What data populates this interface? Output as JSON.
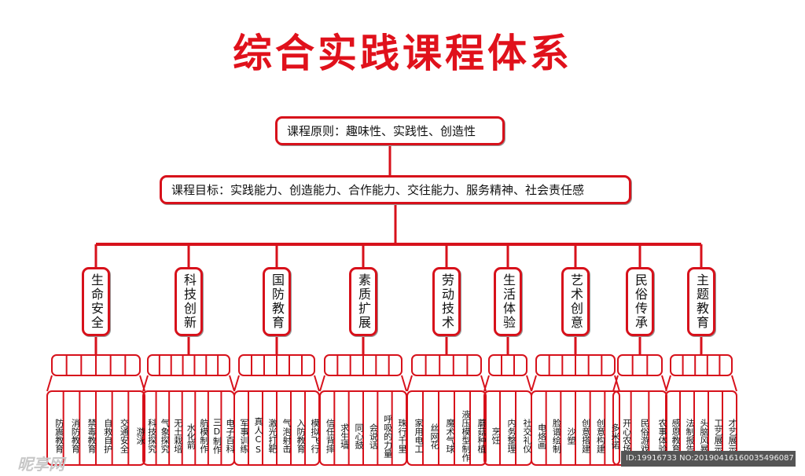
{
  "title": "综合实践课程体系",
  "principle": "课程原则：趣味性、实践性、创造性",
  "goal": "课程目标：实践能力、创造能力、合作能力、交往能力、服务精神、社会责任感",
  "categories": [
    {
      "name": "生命安全",
      "courses": [
        "防震教育",
        "消防教育",
        "禁毒教育",
        "自救自护",
        "交通安全",
        "游泳"
      ]
    },
    {
      "name": "科技创新",
      "courses": [
        "科技探究",
        "气象探究",
        "无土栽培",
        "水化箭",
        "航模制作",
        "三D制作",
        "电子百科"
      ]
    },
    {
      "name": "国防教育",
      "courses": [
        "军事训练",
        "真人CS",
        "激光打靶",
        "气泡射击",
        "入防教育",
        "模拟飞行"
      ]
    },
    {
      "name": "素质扩展",
      "courses": [
        "信任背摔",
        "求生墙",
        "同心鼓",
        "会说话",
        "呼吸的力量",
        "珠行千里"
      ]
    },
    {
      "name": "劳动技术",
      "courses": [
        "家用电工",
        "丝网花",
        "魔术气球",
        "液压模型制作",
        "蘑菇种植"
      ]
    },
    {
      "name": "生活体验",
      "courses": [
        "烹饪",
        "内务整理",
        "社交礼仪"
      ]
    },
    {
      "name": "艺术创意",
      "courses": [
        "电烙画",
        "脸谱绘制",
        "沙塑",
        "创意搭建",
        "创意构建",
        "多米诺"
      ]
    },
    {
      "name": "民俗传承",
      "courses": [
        "开心农场",
        "民俗游戏",
        "农事体验"
      ]
    },
    {
      "name": "主题教育",
      "courses": [
        "感恩教育",
        "法制报告",
        "头脑风暴",
        "工艺展示",
        "才艺展示"
      ]
    }
  ],
  "watermark": "昵享网",
  "stamp": "ID:19916733 NO:20190416160035496087",
  "colors": {
    "accent": "#d7111b",
    "title": "#e0111b",
    "text": "#111111"
  }
}
